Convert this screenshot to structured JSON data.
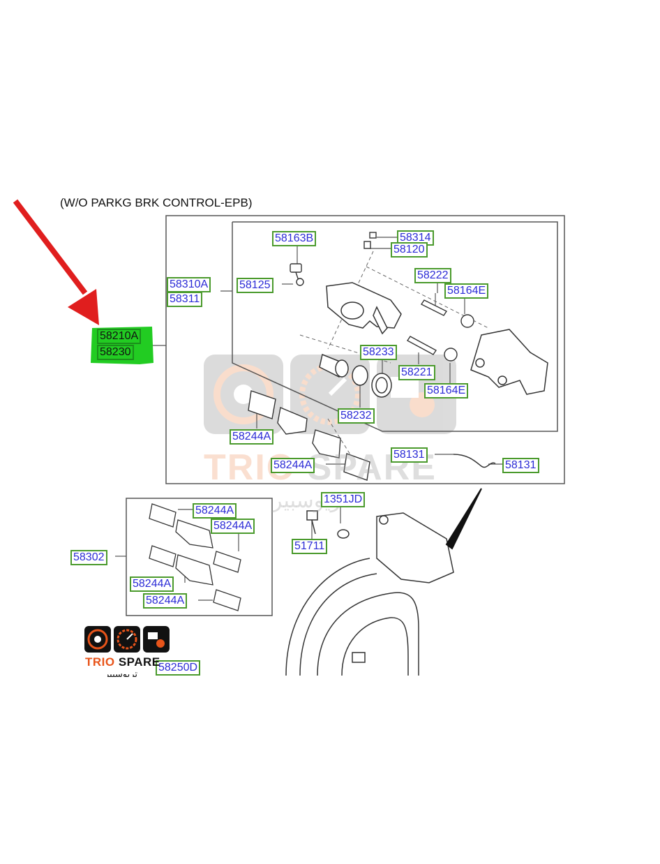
{
  "diagram": {
    "title": "(W/O PARKG BRK CONTROL-EPB)",
    "selected_part": {
      "line1": "58210A",
      "line2": "58230",
      "highlight_color": "#22cc22"
    },
    "arrow_color": "#e01e1e",
    "parts": [
      "58163B",
      "58314",
      "58120",
      "58310A",
      "58311",
      "58125",
      "58222",
      "58164E",
      "58233",
      "58221",
      "58164E",
      "58232",
      "58244A",
      "58244A",
      "58131",
      "58131",
      "1351JD",
      "51711",
      "58244A",
      "58244A",
      "58302",
      "58244A",
      "58244A",
      "58250D"
    ]
  },
  "branding": {
    "logo_name": "TRIO SPARE",
    "logo_accent": "TRIO",
    "logo_rest": " SPARE",
    "logo_arabic": "تريوسبير",
    "watermark_accent": "TRIO",
    "watermark_rest": " SPARE",
    "watermark_arabic": "تريوسبير",
    "icons": [
      "speaker-icon",
      "speedometer-icon",
      "engine-icon"
    ],
    "accent_color": "#e8541a"
  }
}
